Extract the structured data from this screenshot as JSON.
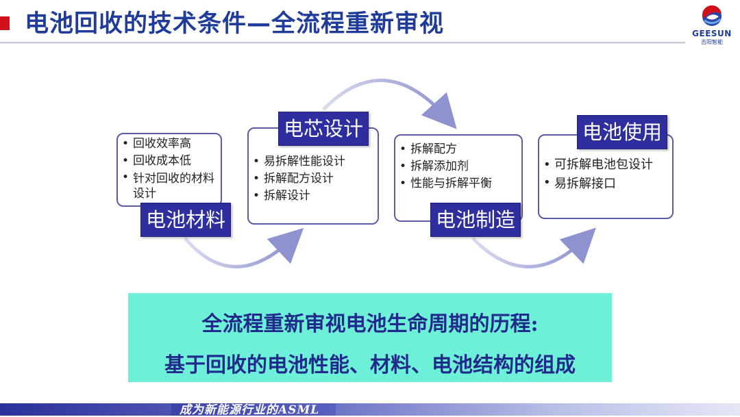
{
  "header": {
    "title": "电池回收的技术条件—全流程重新审视",
    "logo_text": "GEESUN",
    "logo_sub": "吉阳智能"
  },
  "stages": [
    {
      "label": "电池材料",
      "items": [
        "回收效率高",
        "回收成本低",
        "针对回收的材料设计"
      ]
    },
    {
      "label": "电芯设计",
      "items": [
        "易拆解性能设计",
        "拆解配方设计",
        "拆解设计"
      ]
    },
    {
      "label": "电池制造",
      "items": [
        "拆解配方",
        "拆解添加剂",
        "性能与拆解平衡"
      ]
    },
    {
      "label": "电池使用",
      "items": [
        "可拆解电池包设计",
        "易拆解接口"
      ]
    }
  ],
  "summary": {
    "line1": "全流程重新审视电池生命周期的历程:",
    "line2": "基于回收的电池性能、材料、电池结构的组成"
  },
  "footer": {
    "slogan": "成为新能源行业的ASML"
  },
  "colors": {
    "title": "#1f3c9b",
    "marker": "#d0101b",
    "label_bg": "#2e2e9e",
    "box_border": "#5b5aa8",
    "summary_bg": "#6ef0d8"
  }
}
